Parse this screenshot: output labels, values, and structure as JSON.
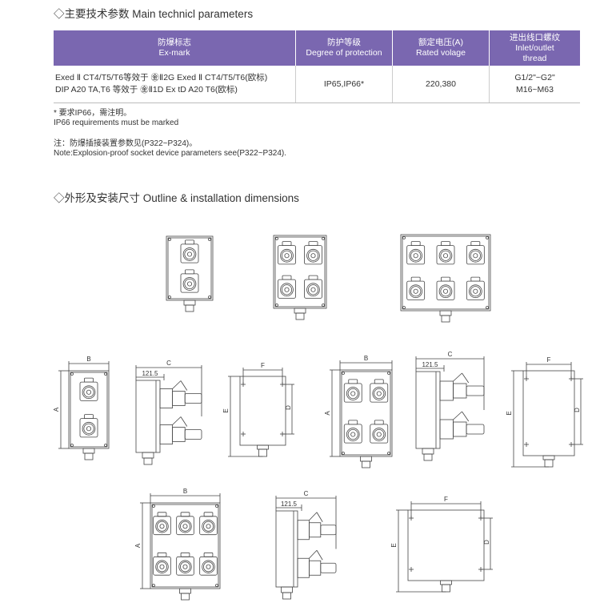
{
  "section1": {
    "title": "◇主要技术参数 Main technicl parameters"
  },
  "table": {
    "headers": [
      [
        "防爆标志",
        "Ex-mark"
      ],
      [
        "防护等级",
        "Degree of protection"
      ],
      [
        "额定电压(A)",
        "Rated volage"
      ],
      [
        "进出线口螺纹",
        "Inlet/outlet",
        "thread"
      ]
    ],
    "row": {
      "exmark": [
        "Exed Ⅱ CT4/T5/T6等效于 ㊎Ⅱ2G Exed Ⅱ CT4/T5/T6(欧标)",
        "DIP A20 TA,T6 等效于 ㊎Ⅱ1D Ex tD A20 T6(欧标)"
      ],
      "protection": "IP65,IP66*",
      "voltage": "220,380",
      "thread": [
        "G1/2\"~G2\"",
        "M16~M63"
      ]
    }
  },
  "notes": [
    "* 要求IP66，需注明。",
    "IP66 requirements must be marked",
    "注：防爆插接装置参数见(P322~P324)。",
    "Note:Explosion-proof socket device parameters see(P322~P324)."
  ],
  "section2": {
    "title": "◇外形及安装尺寸 Outline & installation dimensions"
  },
  "dims": {
    "a": "A",
    "b": "B",
    "c": "C",
    "d": "D",
    "e": "E",
    "f": "F",
    "offset": "121.5"
  }
}
